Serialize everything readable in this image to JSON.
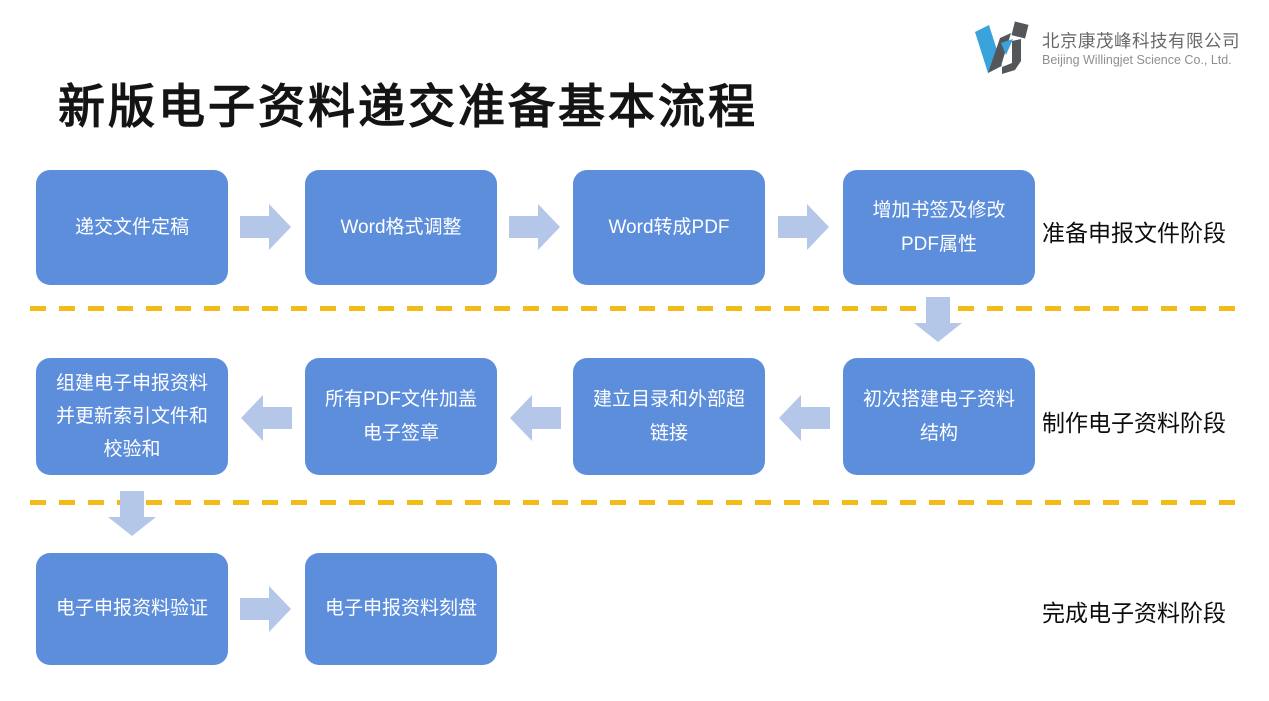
{
  "page": {
    "title": "新版电子资料递交准备基本流程"
  },
  "logo": {
    "company_zh": "北京康茂峰科技有限公司",
    "company_en": "Beijing Willingjet Science Co., Ltd.",
    "icon": "willingjet-w-mark",
    "icon_blue": "#3aa3dc",
    "icon_gray": "#55565a"
  },
  "colors": {
    "box_fill": "#5d8edb",
    "box_text": "#ffffff",
    "arrow_fill": "#b4c7e9",
    "divider_dash": "#f3bb17",
    "title_text": "#141414",
    "label_text": "#0d0d0d"
  },
  "stages": [
    {
      "label": "准备申报文件阶段",
      "flow_direction": "left-to-right",
      "steps": [
        "递交文件定稿",
        "Word格式调整",
        "Word转成PDF",
        "增加书签及修改\nPDF属性"
      ]
    },
    {
      "label": "制作电子资料阶段",
      "flow_direction": "right-to-left",
      "steps": [
        "初次搭建电子资料\n结构",
        "建立目录和外部超\n链接",
        "所有PDF文件加盖\n电子签章",
        "组建电子申报资料\n并更新索引文件和\n校验和"
      ]
    },
    {
      "label": "完成电子资料阶段",
      "flow_direction": "left-to-right",
      "steps": [
        "电子申报资料验证",
        "电子申报资料刻盘"
      ]
    }
  ]
}
